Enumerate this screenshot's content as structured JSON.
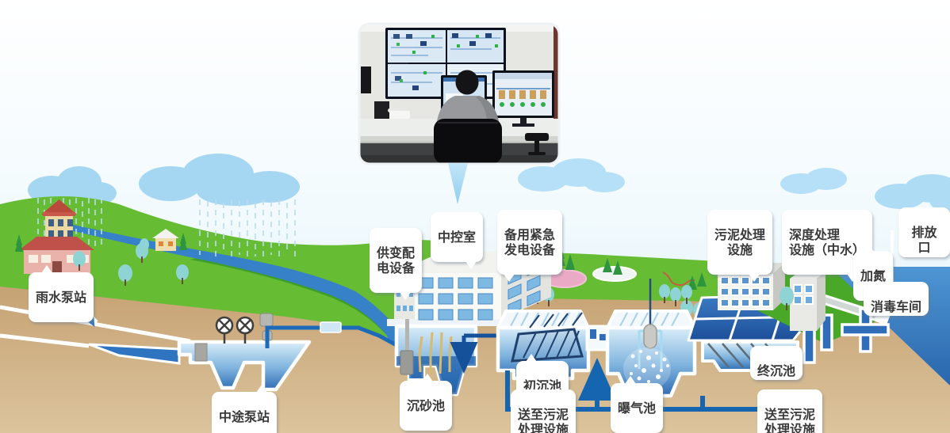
{
  "colors": {
    "sky_top": "#ffffff",
    "sky_bottom": "#d7ecf8",
    "grass": "#66bd33",
    "grass_dark": "#3f9e28",
    "ground": "#c5a172",
    "river": "#3781c9",
    "sea": "#3a82c6",
    "pipe_blue": "#1c6ab8",
    "tank_water": "#2e6db5",
    "cloud": "#a5d6f2",
    "pond_pink": "#eaa9c4",
    "label_bg": "#ffffff",
    "label_text": "#3a3a3a"
  },
  "labels": {
    "rainwater_pump_station": "雨水泵站",
    "intermediate_pump_station": "中途泵站",
    "power_supply_distribution_equipment": "供变配\n电设备",
    "central_control_room": "中控室",
    "backup_emergency_generator": "备用紧急\n发电设备",
    "grit_chamber": "沉砂池",
    "primary_sedimentation_tank": "初沉池",
    "send_to_sludge_treatment_left": "送至污泥\n处理设施",
    "aeration_tank": "曝气池",
    "sludge_treatment_facility": "污泥处理\n设施",
    "advanced_treatment_facility": "深度处理\n设施（中水）",
    "discharge_outlet": "排放口",
    "dosing": "加氮",
    "disinfection_workshop": "消毒车间",
    "final_sedimentation_tank": "终沉池",
    "send_to_sludge_treatment_right": "送至污泥\n处理设施"
  }
}
